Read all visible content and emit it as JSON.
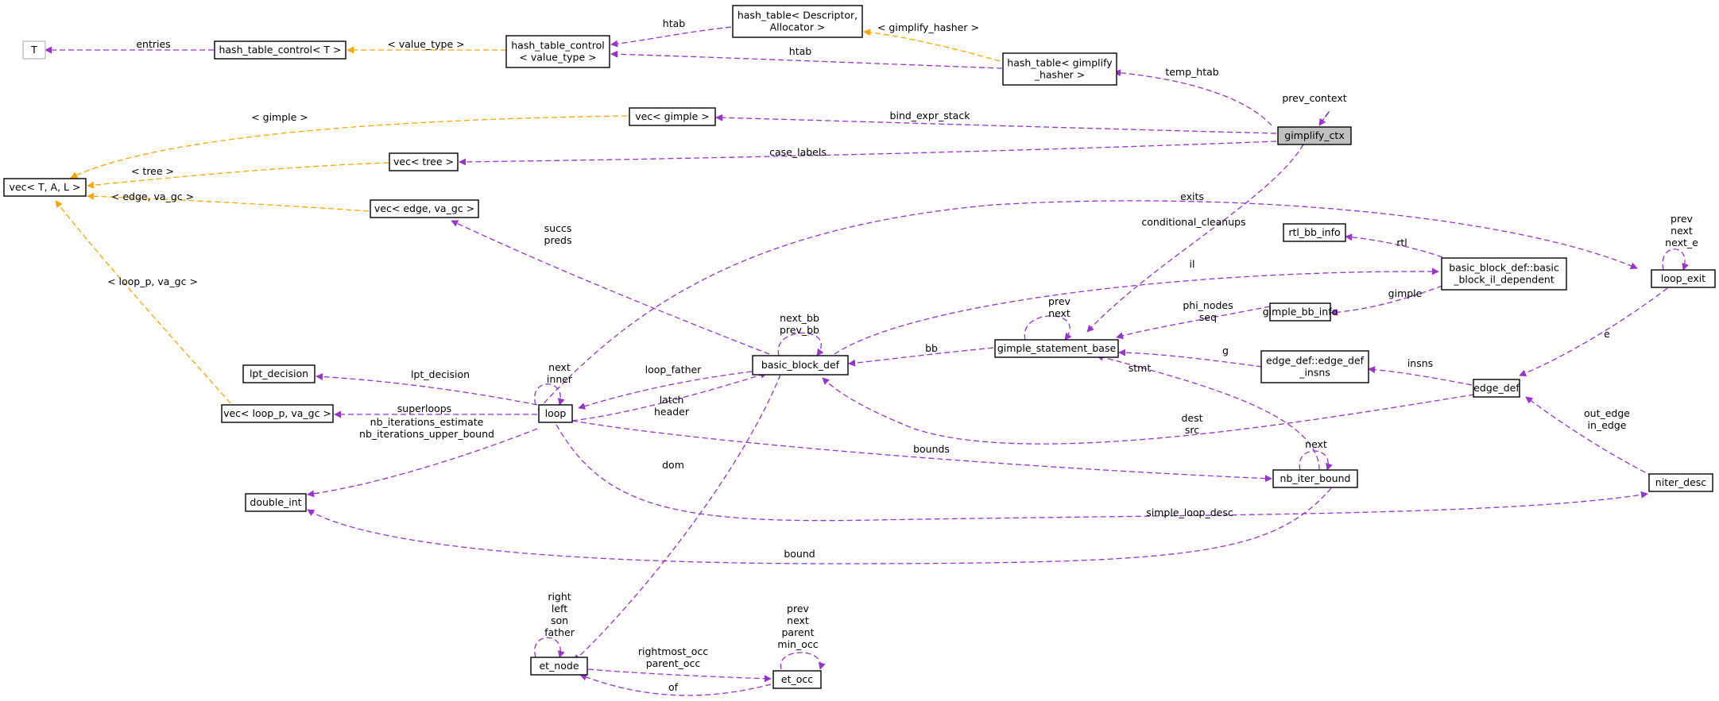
{
  "colors": {
    "usage": "#9a32cd",
    "template": "#ffa500",
    "focus_fill": "#bfbfbf",
    "border": "#000000",
    "border_light": "#bfbfbf"
  },
  "nodes": {
    "T": [
      "T"
    ],
    "hash_table_control_T": [
      "hash_table_control< T >"
    ],
    "hash_table_control_value": [
      "hash_table_control",
      "< value_type >"
    ],
    "hash_table_descriptor": [
      "hash_table< Descriptor,",
      "Allocator >"
    ],
    "hash_table_gimplify": [
      "hash_table< gimplify",
      "_hasher >"
    ],
    "vec_gimple": [
      "vec< gimple >"
    ],
    "vec_tree": [
      "vec< tree >"
    ],
    "vec_TAL": [
      "vec< T, A, L >"
    ],
    "vec_edge": [
      "vec< edge, va_gc >"
    ],
    "gimplify_ctx": [
      "gimplify_ctx"
    ],
    "rtl_bb_info": [
      "rtl_bb_info"
    ],
    "bb_il_dependent": [
      "basic_block_def::basic",
      "_block_il_dependent"
    ],
    "loop_exit": [
      "loop_exit"
    ],
    "gimple_bb_info": [
      "gimple_bb_info"
    ],
    "lpt_decision": [
      "lpt_decision"
    ],
    "basic_block_def": [
      "basic_block_def"
    ],
    "gimple_statement_base": [
      "gimple_statement_base"
    ],
    "edge_def_insns": [
      "edge_def::edge_def",
      "_insns"
    ],
    "edge_def": [
      "edge_def"
    ],
    "loop": [
      "loop"
    ],
    "vec_loop": [
      "vec< loop_p, va_gc >"
    ],
    "double_int": [
      "double_int"
    ],
    "nb_iter_bound": [
      "nb_iter_bound"
    ],
    "niter_desc": [
      "niter_desc"
    ],
    "et_node": [
      "et_node"
    ],
    "et_occ": [
      "et_occ"
    ]
  },
  "edge_labels": {
    "entries": [
      "entries"
    ],
    "value_type": [
      "< value_type >"
    ],
    "htab_top": [
      "htab"
    ],
    "htab_bottom": [
      "htab"
    ],
    "gimplify_hasher": [
      "< gimplify_hasher >"
    ],
    "temp_htab": [
      "temp_htab"
    ],
    "prev_context": [
      "prev_context"
    ],
    "gimple": [
      "< gimple >"
    ],
    "bind_expr_stack": [
      "bind_expr_stack"
    ],
    "tree": [
      "< tree >"
    ],
    "case_labels": [
      "case_labels"
    ],
    "edge_va_gc": [
      "< edge, va_gc >"
    ],
    "exits": [
      "exits"
    ],
    "conditional_cleanups": [
      "conditional_cleanups"
    ],
    "succs_preds": [
      "succs",
      "preds"
    ],
    "loop_p_va_gc": [
      "< loop_p, va_gc >"
    ],
    "rtl": [
      "rtl"
    ],
    "loop_exit_self": [
      "prev",
      "next",
      "next_e"
    ],
    "il": [
      "il"
    ],
    "next_prev_bb": [
      "next_bb",
      "prev_bb"
    ],
    "gsb_self": [
      "prev",
      "next"
    ],
    "phi_nodes_seq": [
      "phi_nodes",
      "seq"
    ],
    "gimple_label": [
      "gimple"
    ],
    "e": [
      "e"
    ],
    "loop_self": [
      "next",
      "inner"
    ],
    "lpt_decision": [
      "lpt_decision"
    ],
    "loop_father": [
      "loop_father"
    ],
    "bb": [
      "bb"
    ],
    "g": [
      "g"
    ],
    "insns": [
      "insns"
    ],
    "latch_header": [
      "latch",
      "header"
    ],
    "superloops": [
      "superloops"
    ],
    "stmt": [
      "stmt"
    ],
    "nb_iterations": [
      "nb_iterations_estimate",
      "nb_iterations_upper_bound"
    ],
    "nb_next": [
      "next"
    ],
    "dest_src": [
      "dest",
      "src"
    ],
    "out_in_edge": [
      "out_edge",
      "in_edge"
    ],
    "bounds": [
      "bounds"
    ],
    "dom": [
      "dom"
    ],
    "simple_loop_desc": [
      "simple_loop_desc"
    ],
    "bound": [
      "bound"
    ],
    "et_self": [
      "right",
      "left",
      "son",
      "father"
    ],
    "occ_self": [
      "prev",
      "next",
      "parent",
      "min_occ"
    ],
    "rightmost_parent": [
      "rightmost_occ",
      "parent_occ"
    ],
    "of": [
      "of"
    ]
  }
}
